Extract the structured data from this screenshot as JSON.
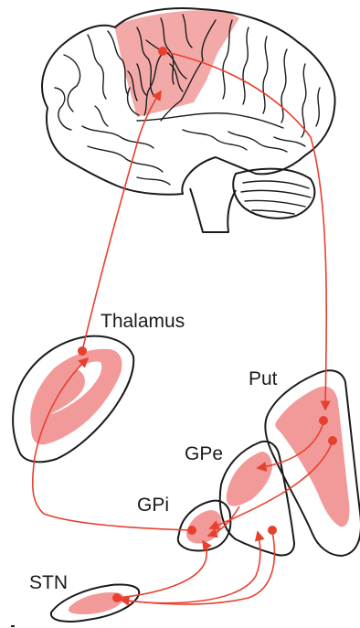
{
  "colors": {
    "pathway": "#e8402f",
    "region_fill": "#f29a9a",
    "outline": "#1b1b1b",
    "background": "#ffffff"
  },
  "labels": {
    "thalamus": "Thalamus",
    "put": "Put",
    "gpe": "GPe",
    "gpi": "GPi",
    "stn": "STN"
  },
  "icons": {
    "brain": "brain-lateral-view-icon"
  }
}
